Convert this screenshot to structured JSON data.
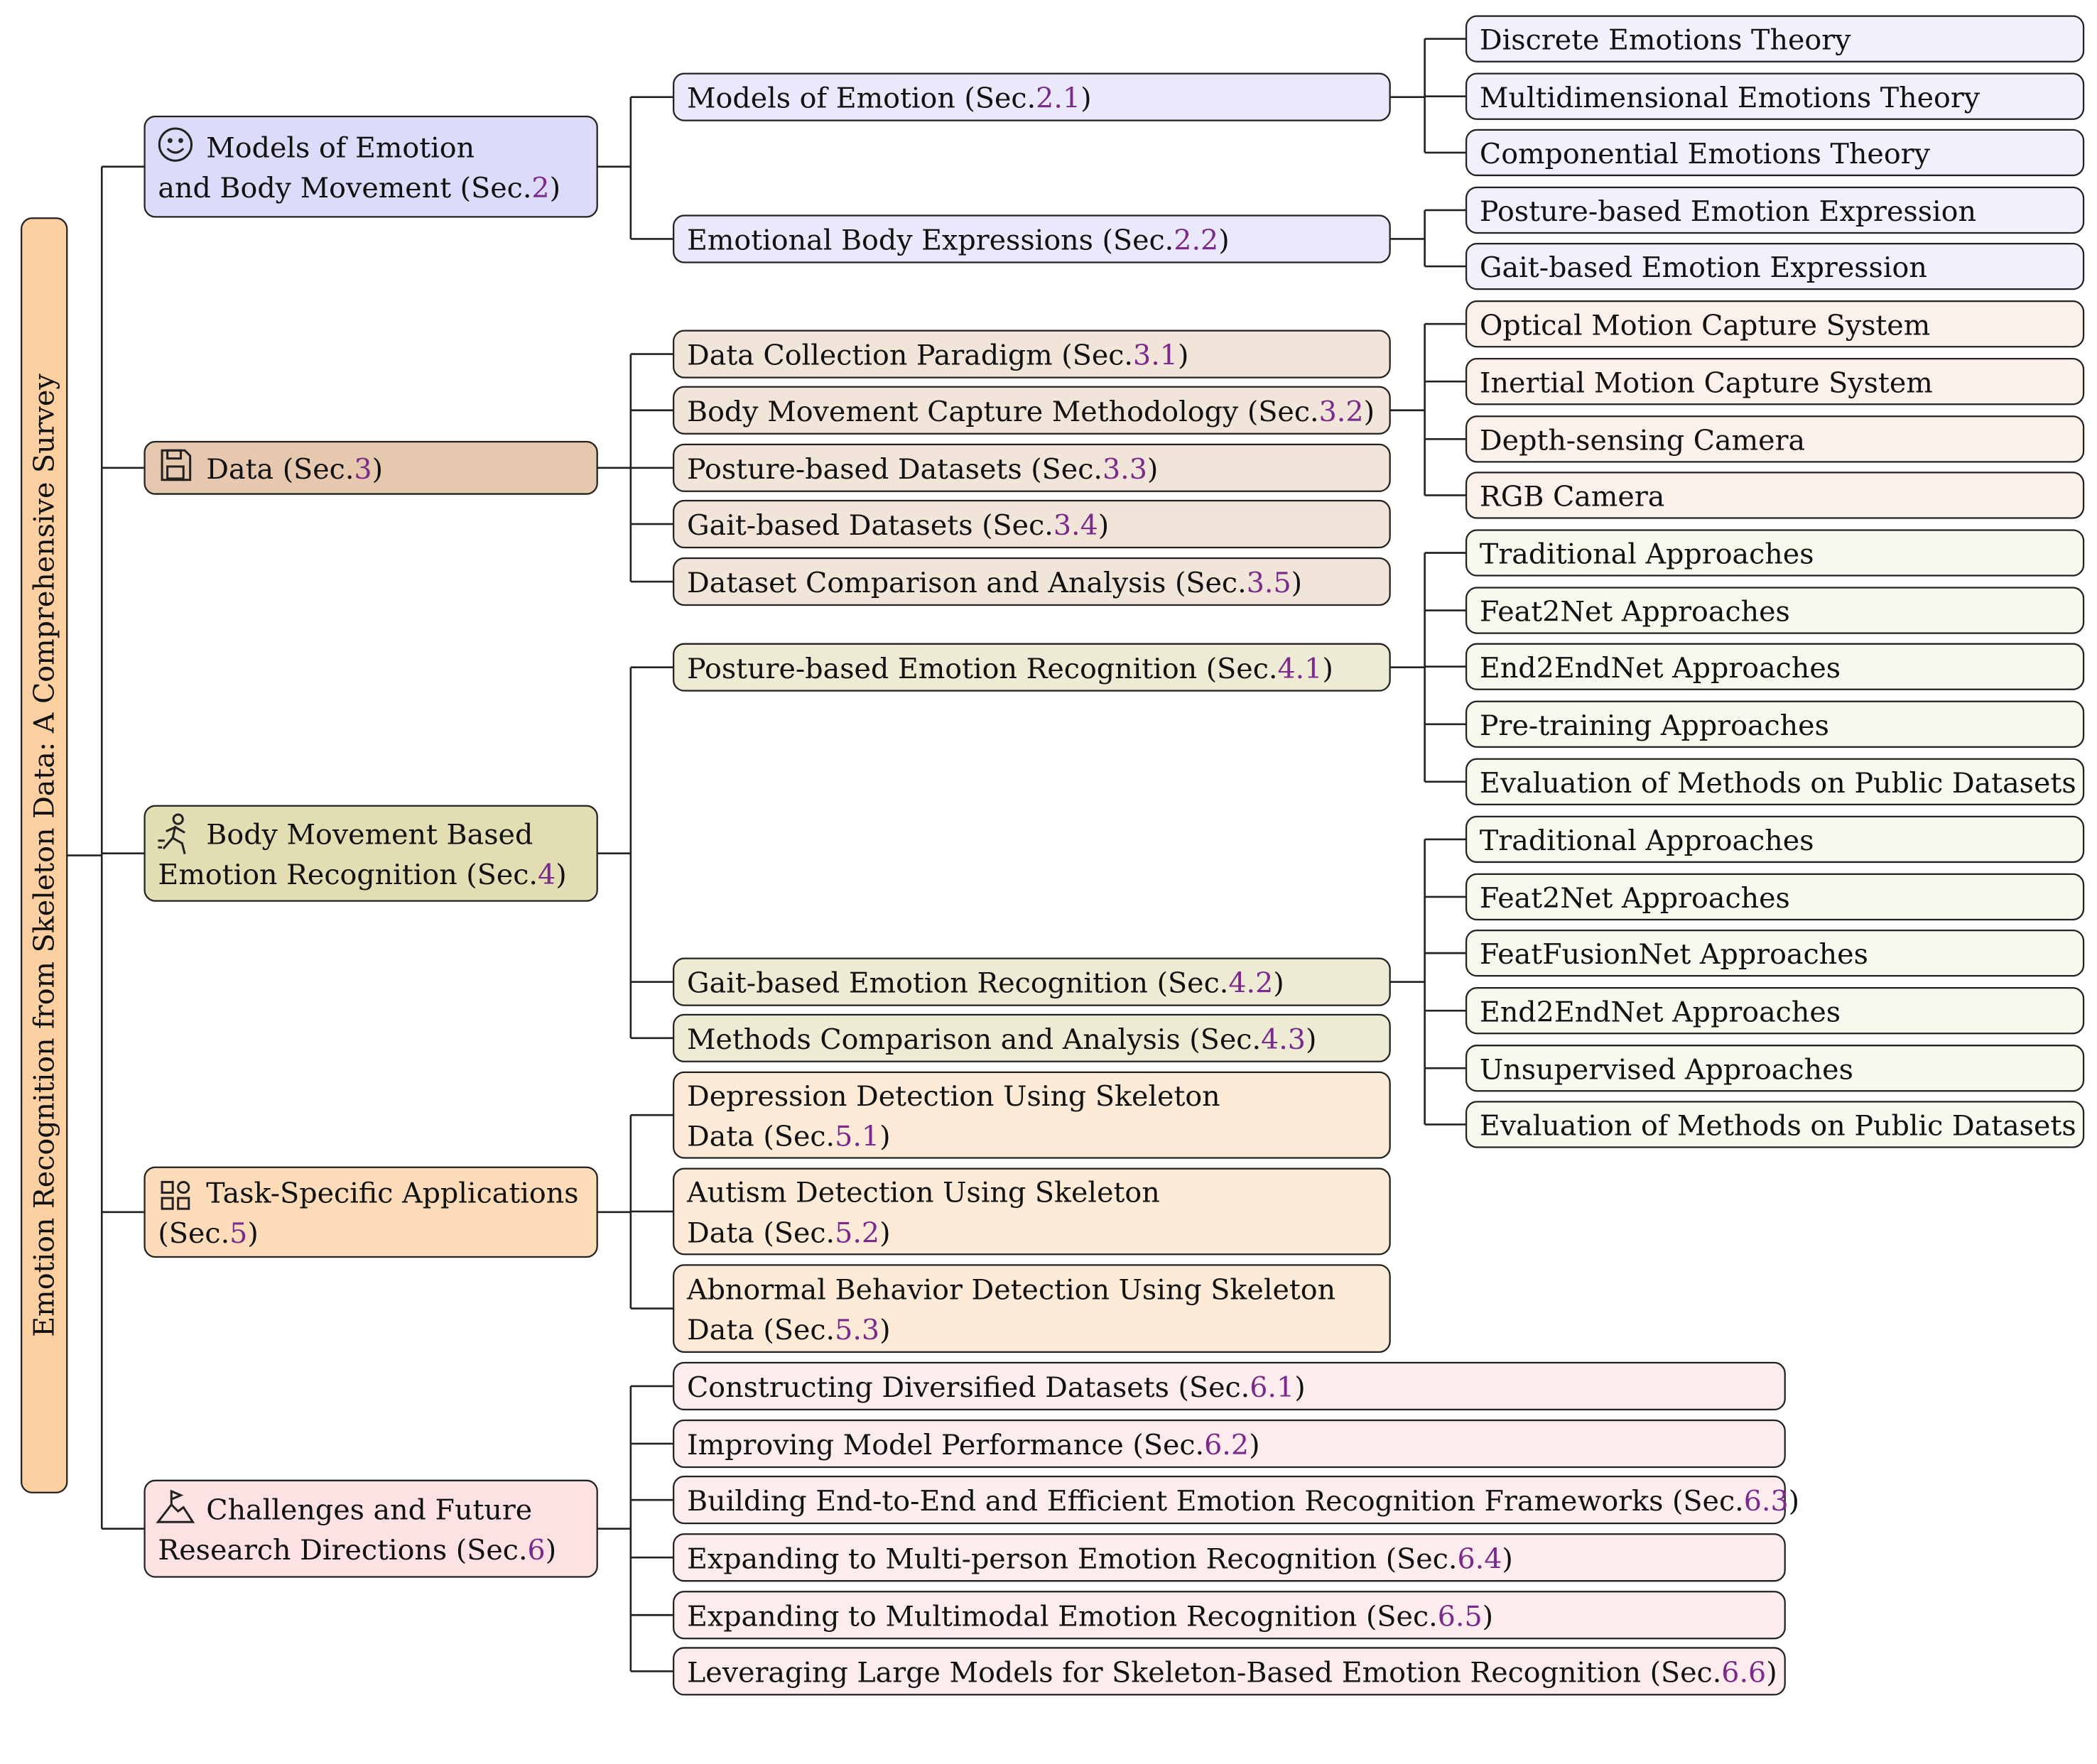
{
  "root": {
    "label": "Emotion Recognition from Skeleton Data: A Comprehensive Survey"
  },
  "colors": {
    "root": "#fdd0a2",
    "models": "#dcdcfa",
    "models_child": "#e9e9fb",
    "models_leaf": "#f1f1fd",
    "data": "#e6c8ae",
    "data_child": "#f1e4d8",
    "data_leaf": "#fbf1ea",
    "body": "#e2ddb3",
    "body_child": "#eeebd4",
    "body_leaf": "#f8f8ee",
    "apps": "#fddcb9",
    "apps_child": "#fdebd8",
    "chal": "#fde2e4",
    "chal_child": "#fdeced"
  },
  "categories": [
    {
      "id": "models",
      "icon": "smiley-icon",
      "lines": [
        "Models of Emotion",
        "and Body Movement (Sec."
      ],
      "sec": "2",
      "children": [
        {
          "text": "Models of Emotion (Sec.",
          "sec": "2.1",
          "leaves": [
            "Discrete Emotions Theory",
            "Multidimensional Emotions Theory",
            "Componential Emotions Theory"
          ]
        },
        {
          "text": "Emotional Body Expressions (Sec.",
          "sec": "2.2",
          "leaves": [
            "Posture-based Emotion Expression",
            "Gait-based Emotion Expression"
          ]
        }
      ]
    },
    {
      "id": "data",
      "icon": "floppy-disk-icon",
      "lines": [
        "Data (Sec."
      ],
      "sec": "3",
      "children": [
        {
          "text": "Data Collection Paradigm (Sec.",
          "sec": "3.1",
          "leaves": []
        },
        {
          "text": "Body Movement Capture Methodology (Sec.",
          "sec": "3.2",
          "leaves": [
            "Optical Motion Capture System",
            "Inertial Motion Capture System",
            "Depth-sensing Camera",
            "RGB Camera"
          ]
        },
        {
          "text": "Posture-based Datasets (Sec.",
          "sec": "3.3",
          "leaves": []
        },
        {
          "text": "Gait-based Datasets (Sec.",
          "sec": "3.4",
          "leaves": []
        },
        {
          "text": "Dataset Comparison and Analysis (Sec.",
          "sec": "3.5",
          "leaves": []
        }
      ]
    },
    {
      "id": "body",
      "icon": "running-person-icon",
      "lines": [
        "Body Movement Based",
        "Emotion Recognition (Sec."
      ],
      "sec": "4",
      "children": [
        {
          "text": "Posture-based Emotion Recognition (Sec.",
          "sec": "4.1",
          "leaves": [
            "Traditional Approaches",
            "Feat2Net Approaches",
            "End2EndNet Approaches",
            "Pre-training Approaches",
            "Evaluation of Methods on Public Datasets"
          ]
        },
        {
          "text": "Gait-based Emotion Recognition (Sec.",
          "sec": "4.2",
          "leaves": [
            "Traditional Approaches",
            "Feat2Net Approaches",
            "FeatFusionNet Approaches",
            "End2EndNet Approaches",
            "Unsupervised Approaches",
            "Evaluation of Methods on Public Datasets"
          ]
        },
        {
          "text": "Methods Comparison and Analysis (Sec.",
          "sec": "4.3",
          "leaves": []
        }
      ]
    },
    {
      "id": "apps",
      "icon": "apps-grid-icon",
      "lines": [
        "Task-Specific Applications",
        "(Sec."
      ],
      "sec": "5",
      "children": [
        {
          "lines": [
            "Depression Detection Using Skeleton",
            "Data (Sec."
          ],
          "sec": "5.1",
          "leaves": []
        },
        {
          "lines": [
            "Autism Detection Using Skeleton",
            "Data (Sec."
          ],
          "sec": "5.2",
          "leaves": []
        },
        {
          "lines": [
            "Abnormal Behavior Detection Using Skeleton",
            "Data (Sec."
          ],
          "sec": "5.3",
          "leaves": []
        }
      ]
    },
    {
      "id": "chal",
      "icon": "mountain-flag-icon",
      "lines": [
        "Challenges and Future",
        "Research Directions (Sec."
      ],
      "sec": "6",
      "children": [
        {
          "text": "Constructing Diversified Datasets (Sec.",
          "sec": "6.1",
          "leaves": []
        },
        {
          "text": "Improving Model Performance (Sec.",
          "sec": "6.2",
          "leaves": []
        },
        {
          "text": "Building End-to-End and Efficient Emotion Recognition Frameworks (Sec.",
          "sec": "6.3",
          "leaves": []
        },
        {
          "text": "Expanding to Multi-person Emotion Recognition (Sec.",
          "sec": "6.4",
          "leaves": []
        },
        {
          "text": "Expanding to Multimodal Emotion Recognition (Sec.",
          "sec": "6.5",
          "leaves": []
        },
        {
          "text": "Leveraging Large Models for Skeleton-Based Emotion Recognition (Sec.",
          "sec": "6.6",
          "leaves": []
        }
      ]
    }
  ]
}
